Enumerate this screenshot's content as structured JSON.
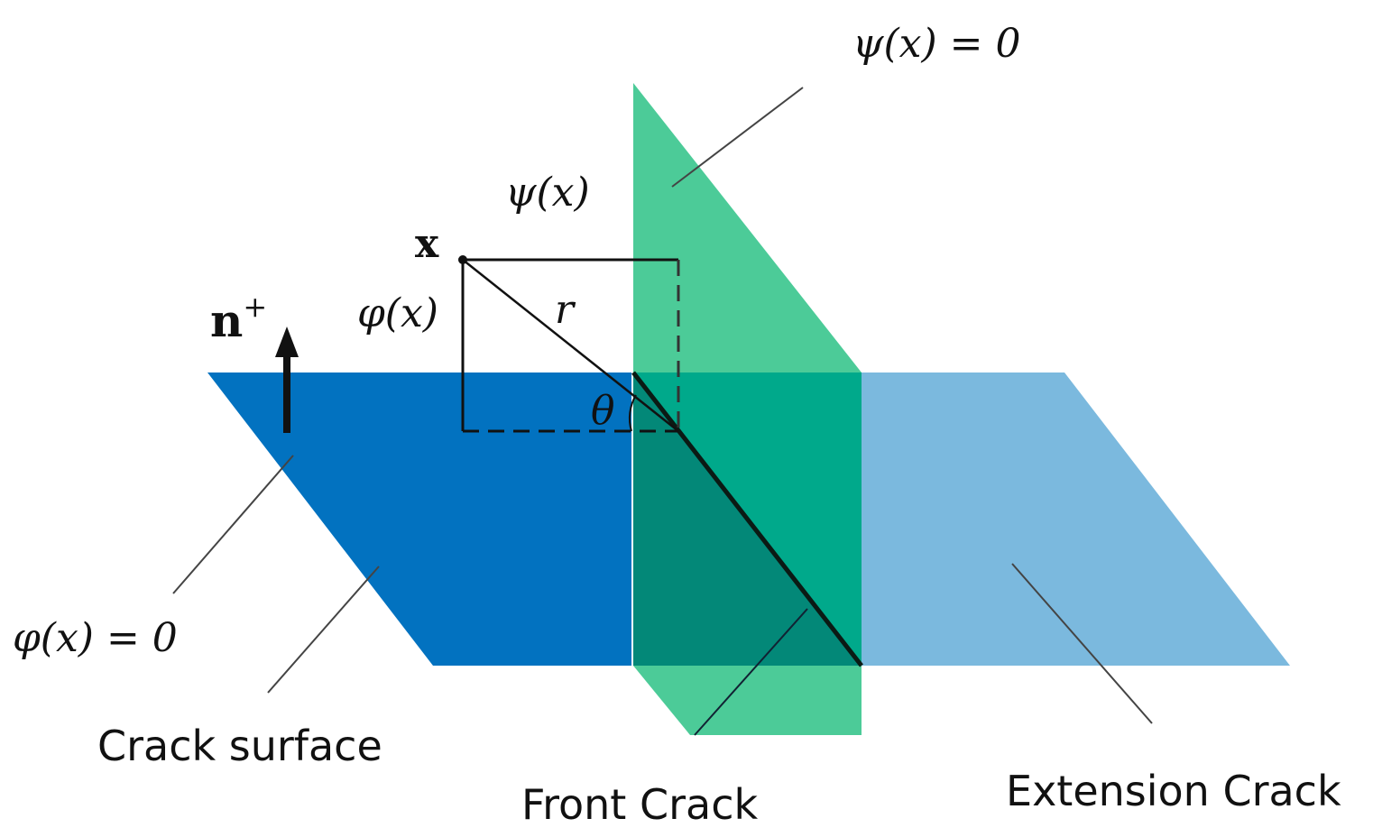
{
  "labels": {
    "psi_zero": "ψ(x) = 0",
    "psi_x": "ψ(x)",
    "point_x": "x",
    "normal": "n",
    "normal_sup": "+",
    "phi_x": "φ(x)",
    "r": "r",
    "theta": "θ",
    "phi_zero": "φ(x) = 0",
    "crack_surface": "Crack surface",
    "front_crack": "Front Crack",
    "extension_crack": "Extension Crack"
  },
  "colors": {
    "crack_surface": "#0272c0",
    "extension_crack": "#7bb9de",
    "front_plane": "#3cc690",
    "overlap_dark": "#008a7a",
    "overlap_light": "#01a98c"
  }
}
